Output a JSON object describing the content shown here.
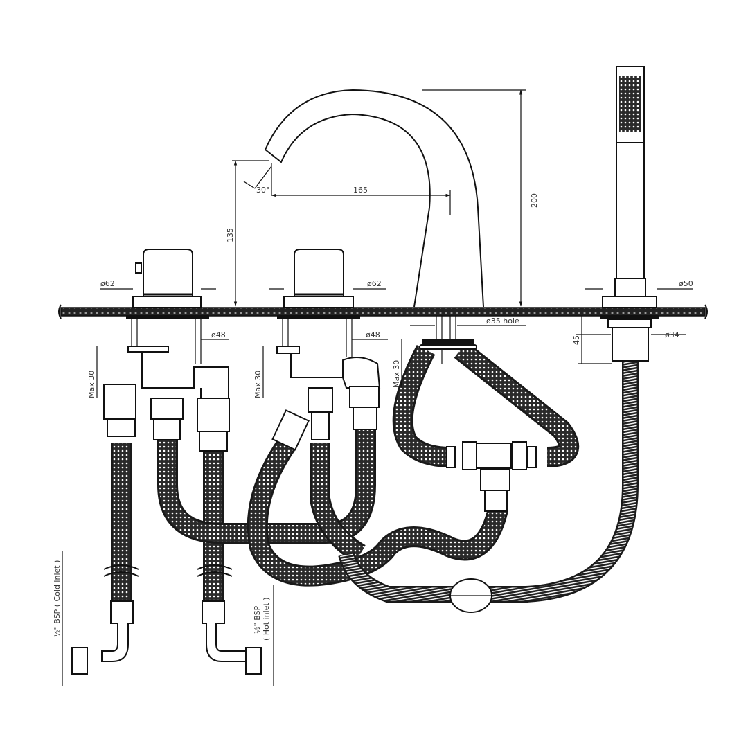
{
  "drawing": {
    "title": "Four-hole deck mounted bath shower mixer - technical drawing",
    "dimensions": {
      "spout_angle": "30°",
      "spout_reach": "165",
      "spout_outlet_height": "135",
      "spout_total_height": "200",
      "handle_left_dia": "ø62",
      "handle_right_dia": "ø62",
      "handle_left_shank": "ø48",
      "handle_right_shank": "ø48",
      "spout_hole": "ø35 hole",
      "handset_holder_dia": "ø50",
      "handset_shank_dia": "ø34",
      "handset_below_deck": "45",
      "max_deck_left": "Max 30",
      "max_deck_mid": "Max 30",
      "max_deck_spout": "Max 30",
      "cold_inlet": "½\" BSP ( Cold inlet )",
      "hot_inlet_line1": "½\" BSP",
      "hot_inlet_line2": "( Hot inlet )"
    },
    "components": [
      "cold-valve",
      "hot-valve",
      "spout",
      "diverter-tee",
      "shower-handset",
      "braided-hoses",
      "shower-hose"
    ]
  }
}
